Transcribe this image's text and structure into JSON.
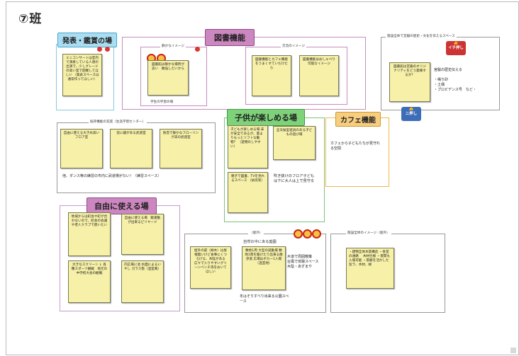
{
  "group_title": "⑦班",
  "colors": {
    "pink": "#f3b6d6",
    "light_blue": "#a9def2",
    "green": "#7ed27a",
    "orange": "#f7cd7f",
    "purple": "#cc87c0",
    "red": "#cc3333",
    "blue": "#3d6cb8"
  },
  "sections": {
    "presentation": {
      "header": "発表・鑑賞の場",
      "notes": [
        "ミニコンサートは室内で演奏している人達の出演で、少しグレードの高い室で開催してほしい\n（発表スペースは通常作ってほしい）"
      ]
    },
    "library": {
      "header": "図書機能",
      "quiet": {
        "label": "静かなイメージ",
        "notes": [
          "図書館は静かな場所が良い　勉強したいから"
        ],
        "caption": "学生の学習の場"
      },
      "exchange": {
        "label": "交流のイメージ",
        "notes": [
          "図書機能とカフェ機能をうまくすていだけたら",
          "図書機能はおしゃべり可能なイメージ"
        ]
      }
    },
    "history": {
      "label": "施設全体で宮脇の歴史・文化を伝えるスペース",
      "notes": [
        "図書館は宮脇のオリジナリティをどう発揮するか？"
      ],
      "side": "宮脇の歴史伝える\n\n・鳴り砂\n・土偶\n・プロビデンス号　など・",
      "badge1": "イチ押し",
      "badge2": "ニ押し"
    },
    "existing": {
      "label": "既存機能の充実（生涯学習センター）",
      "notes": [
        "自由に使える大きめ高いフロア室",
        "窓に鏡がある武道室",
        "防音で静かなフローリング床の武道室"
      ],
      "caption": "他、ダンス等の練習の市内に武道場がない！（練習スペース）"
    },
    "children": {
      "header": "子供が楽しめる場",
      "notes": [
        "子どもが楽しめる場\n\n床が安全であるが、量よりもっとソフトな動物？\n（遊物のしやすい）",
        "全天候型遊具のある子どもの遊び場",
        "親子で図書、TVを見れるスペース\n（幼児等）"
      ],
      "caption": "吹き抜けのフロア子どもは下に大人は上で見守る"
    },
    "cafe": {
      "header": "カフェ機能",
      "caption": "カフェから子どもたちが見守れる空間"
    },
    "free_use": {
      "header": "自由に使える場",
      "notes": [
        "地域からは町会や町が合わないので、町会の会議や老人クラブで使いたい",
        "自由に使える場　軽運動が出来るピリヤード",
        "大きなスクリーン\n↓\n各種スポーツ観戦　地元の中学校大会の観戦",
        "内広場に池\n水面によるいやし\nガラス張（温室風）"
      ]
    },
    "outdoor": {
      "label": "（屋外）",
      "subtitle": "自然の中にある庭園",
      "notes": [
        "屋外の庭（緑木）は屋根無いけど食事にくつろげる、木陰がある広々で入りやすいグリーンベンチ等をおいてほしい",
        "敷地1周\n大型の遊動場\n敷地1周を駆けたり出来る散歩道\n\n広場はボカー1入場\n（温室地）"
      ],
      "side": "木道で周囲散策\n台風で体験スペース\n木陰・あずまや",
      "caption": "冬はそりすべり出来る公園スペース"
    },
    "overall": {
      "label": "施設全体のイメージ（屋外）",
      "notes": [
        "・建物全体木質構造\n・各室の通路\n　木材仕様\n・夜間も入場可能\n・景観を活かした窓ラ、木材、緑"
      ]
    }
  }
}
